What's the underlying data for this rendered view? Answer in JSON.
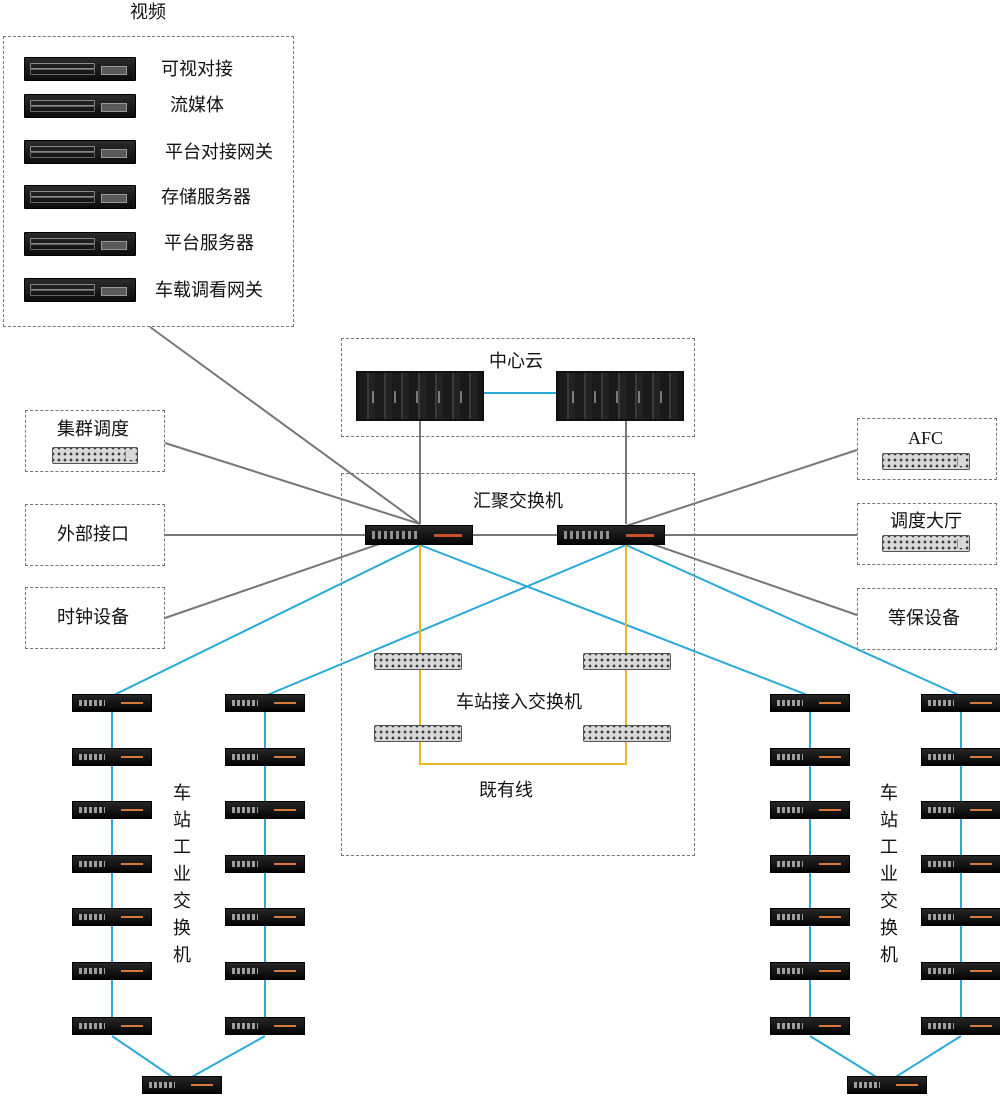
{
  "video": {
    "title": "视频",
    "items": [
      "可视对接",
      "流媒体",
      "平台对接网关",
      "存储服务器",
      "平台服务器",
      "车载调看网关"
    ]
  },
  "cloud": {
    "label": "中心云"
  },
  "aggregation": {
    "label": "汇聚交换机"
  },
  "station_access": {
    "label": "车站接入交换机",
    "existing_line": "既有线"
  },
  "left_peripherals": [
    "集群调度",
    "外部接口",
    "时钟设备"
  ],
  "right_peripherals": [
    "AFC",
    "调度大厅",
    "等保设备"
  ],
  "station_industrial_label": "车站工业交换机",
  "colors": {
    "gray_link": "#777777",
    "blue_link": "#29a9d8",
    "yellow_link": "#e7b928",
    "dashed_border": "#777777"
  }
}
